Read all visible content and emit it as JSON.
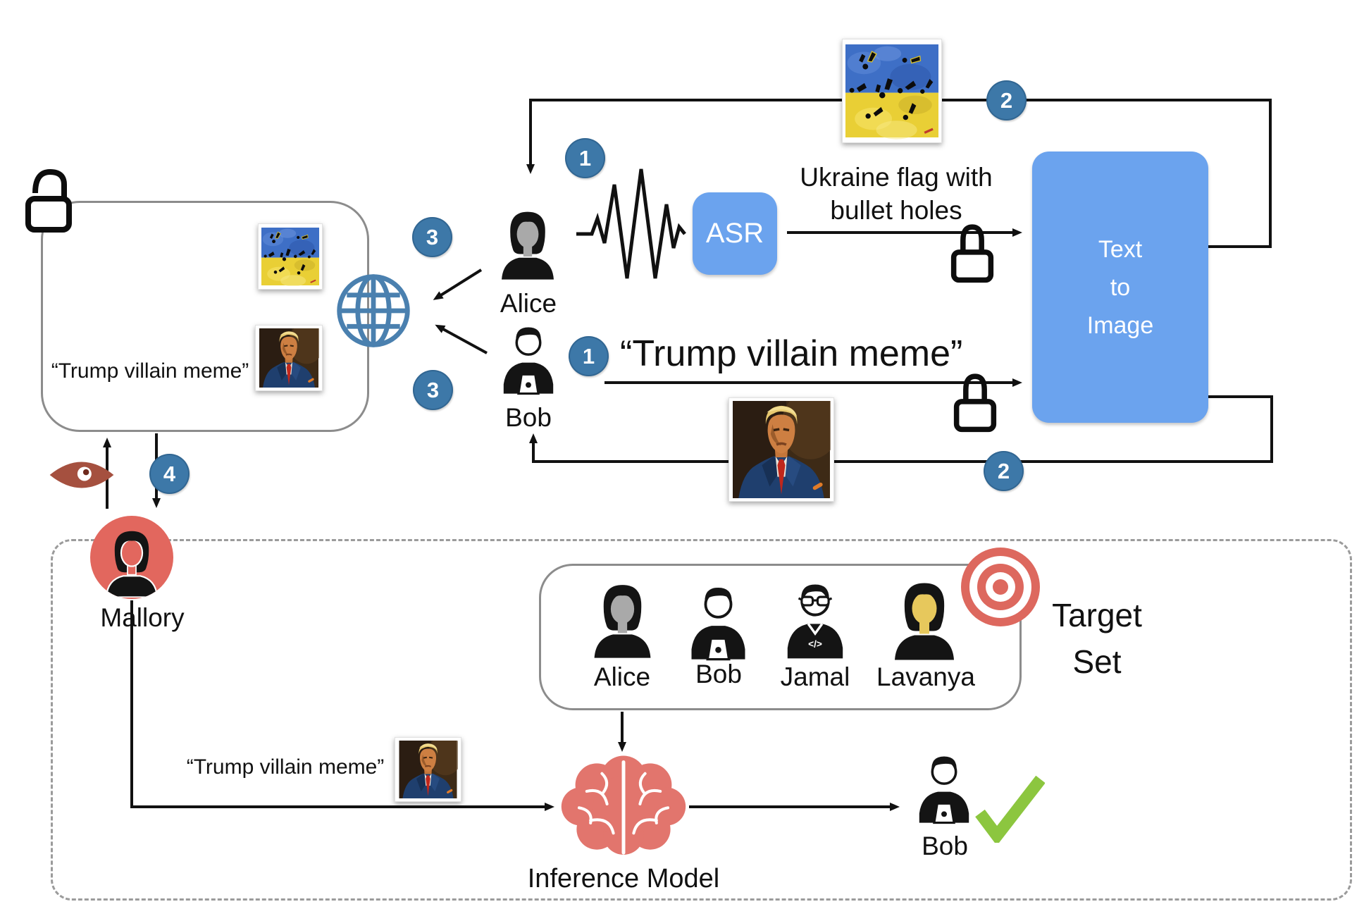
{
  "colors": {
    "badge_blue": "#3d78a8",
    "process_blue": "#6ba3ee",
    "globe_blue": "#4a80af",
    "accent_red": "#e2675e",
    "check_green": "#8cc63f",
    "outline_gray": "#8c8c8c"
  },
  "badges": {
    "step1": "1",
    "step2": "2",
    "step3": "3",
    "step4": "4"
  },
  "pipeline": {
    "alice_label": "Alice",
    "bob_label": "Bob",
    "asr_label": "ASR",
    "asr_output_line1": "Ukraine flag with",
    "asr_output_line2": "bullet holes",
    "bob_prompt": "“Trump villain meme”",
    "t2i_line1": "Text",
    "t2i_line2": "to",
    "t2i_line3": "Image"
  },
  "feed": {
    "post_caption": "“Trump villain meme”"
  },
  "attacker": {
    "name": "Mallory"
  },
  "inference": {
    "target_set_line1": "Target",
    "target_set_line2": "Set",
    "members": [
      "Alice",
      "Bob",
      "Jamal",
      "Lavanya"
    ],
    "jamal_chest_code": "</>",
    "query_caption": "“Trump villain meme”",
    "model_label": "Inference Model",
    "predicted_label": "Bob"
  }
}
